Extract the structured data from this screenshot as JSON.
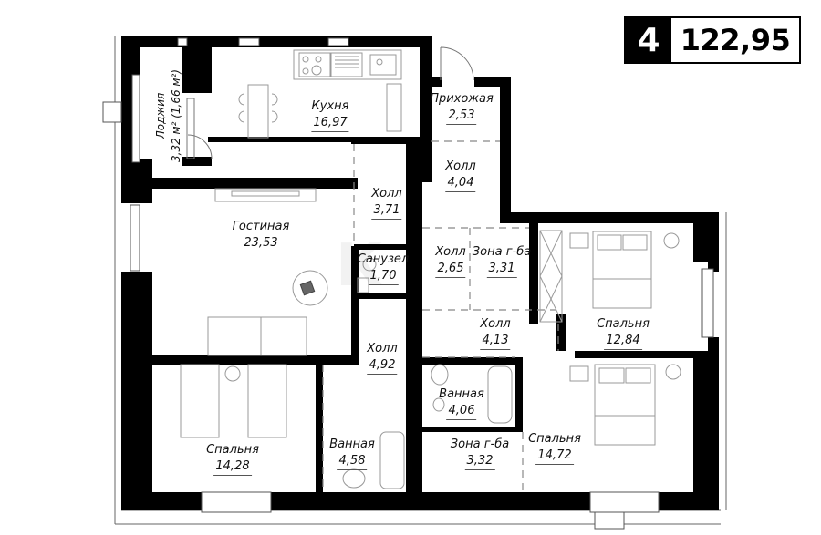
{
  "header": {
    "rooms_count": "4",
    "total_area": "122,95"
  },
  "rooms": [
    {
      "id": "loggia",
      "name": "Лоджия",
      "area": "3,32 м² (1,66 м²)"
    },
    {
      "id": "kitchen",
      "name": "Кухня",
      "area": "16,97"
    },
    {
      "id": "entrance",
      "name": "Прихожая",
      "area": "2,53"
    },
    {
      "id": "hall_1",
      "name": "Холл",
      "area": "4,04"
    },
    {
      "id": "hall_2",
      "name": "Холл",
      "area": "3,71"
    },
    {
      "id": "living",
      "name": "Гостиная",
      "area": "23,53"
    },
    {
      "id": "wc",
      "name": "Санузел",
      "area": "1,70"
    },
    {
      "id": "hall_3",
      "name": "Холл",
      "area": "2,65"
    },
    {
      "id": "dressing_1",
      "name": "Зона г-ба",
      "area": "3,31"
    },
    {
      "id": "bedroom_1",
      "name": "Спальня",
      "area": "12,84"
    },
    {
      "id": "hall_4",
      "name": "Холл",
      "area": "4,13"
    },
    {
      "id": "hall_5",
      "name": "Холл",
      "area": "4,92"
    },
    {
      "id": "bathroom_1",
      "name": "Ванная",
      "area": "4,06"
    },
    {
      "id": "bedroom_2",
      "name": "Спальня",
      "area": "14,28"
    },
    {
      "id": "bathroom_2",
      "name": "Ванная",
      "area": "4,58"
    },
    {
      "id": "dressing_2",
      "name": "Зона г-ба",
      "area": "3,32"
    },
    {
      "id": "bedroom_3",
      "name": "Спальня",
      "area": "14,72"
    }
  ],
  "colors": {
    "wall": "#000000",
    "line": "#9a9a9a",
    "background": "#ffffff"
  }
}
